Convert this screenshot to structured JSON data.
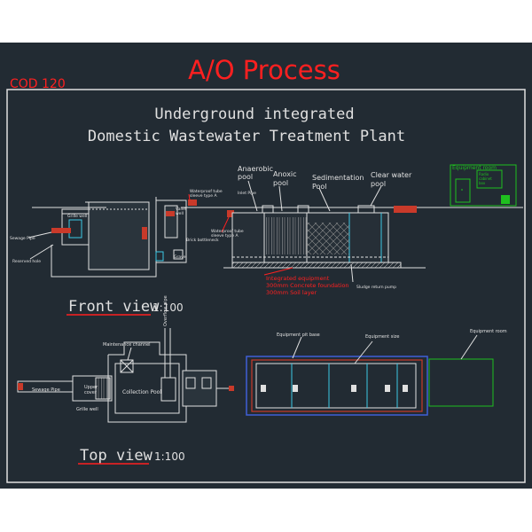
{
  "header": {
    "title": "A/O Process",
    "code": "COD 120"
  },
  "subtitle": {
    "line1": "Underground integrated",
    "line2": "Domestic Wastewater Treatment Plant"
  },
  "front_view": {
    "caption": "Front view",
    "scale": "1:100",
    "labels": {
      "anaerobic_pool": [
        "Anaerobic",
        "pool"
      ],
      "anoxic_pool": [
        "Anoxic",
        "pool"
      ],
      "sedimentation_pool": [
        "Sedimentation",
        "Pool"
      ],
      "clear_water_pool": [
        "Clear water",
        "pool"
      ],
      "equipment_room": "Equipment room",
      "grille_well": "Grille well",
      "sewage_pipe": "Sewage Pipe",
      "reserved_hole": "Reserved hole",
      "inlet_pipe": "Inlet Pipe",
      "valve_well": [
        "Valve",
        "well"
      ],
      "brick_bottleneck": "Brick bottleneck",
      "gravel": "Gravel",
      "waterproof_tube_a": [
        "Waterproof tube",
        "sleeve type A"
      ],
      "waterproof_tube_b": [
        "Waterproof tube",
        "sleeve type A"
      ],
      "integrated_equipment": "Integrated equipment",
      "concrete_foundation": "300mm Concrete foundation",
      "soil_layer": "300mm Soil layer",
      "sludge_return_pump": "Sludge return pump",
      "room_box": [
        "Radio",
        "cabinet",
        "box"
      ]
    }
  },
  "top_view": {
    "caption": "Top  view",
    "scale": "1:100",
    "labels": {
      "maintenance_channel": "Maintenance channel",
      "overflow_pipe": "Overflow pipe",
      "sewage_pipe": "Sewage Pipe",
      "upper_cover": [
        "Upper",
        "cover"
      ],
      "grille_well": "Grille well",
      "collection_pool": "Collection Pool",
      "equipment_pit_base": "Equipment pit base",
      "equipment_size": "Equipment size",
      "equipment_room": "Equipment room"
    }
  },
  "colors": {
    "background": "#222b33",
    "red": "#ff2020",
    "blue": "#3f5fd8",
    "green": "#1fbf1f",
    "cyan": "#3cc8e6",
    "white": "#e8e8e8"
  }
}
